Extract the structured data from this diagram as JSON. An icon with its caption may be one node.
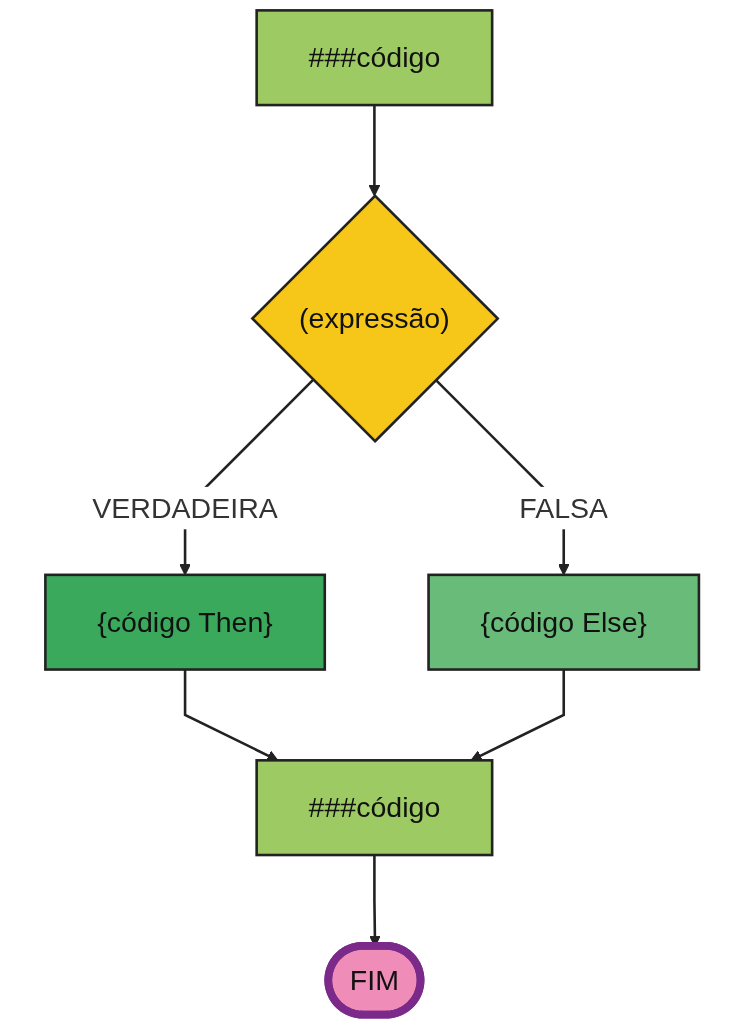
{
  "diagram": {
    "nodes": [
      {
        "text": [
          "###código"
        ]
      },
      {
        "text": [
          "(expressão)"
        ]
      },
      {
        "text": [
          "{código Then}"
        ]
      },
      {
        "text": [
          "{código Else}"
        ]
      },
      {
        "text": [
          "###código"
        ]
      },
      {
        "text": [
          "FIM"
        ]
      }
    ],
    "edges": [
      {
        "from": 0,
        "to": 1,
        "arrow": "to"
      },
      {
        "from": 1,
        "to": 2,
        "arrow": "to",
        "label": "VERDADEIRA"
      },
      {
        "from": 1,
        "to": 3,
        "arrow": "to",
        "label": "FALSA"
      },
      {
        "from": 2,
        "to": 4,
        "arrow": "to"
      },
      {
        "from": 3,
        "to": 4,
        "arrow": "to"
      },
      {
        "from": 4,
        "to": 5,
        "arrow": "to"
      }
    ]
  }
}
